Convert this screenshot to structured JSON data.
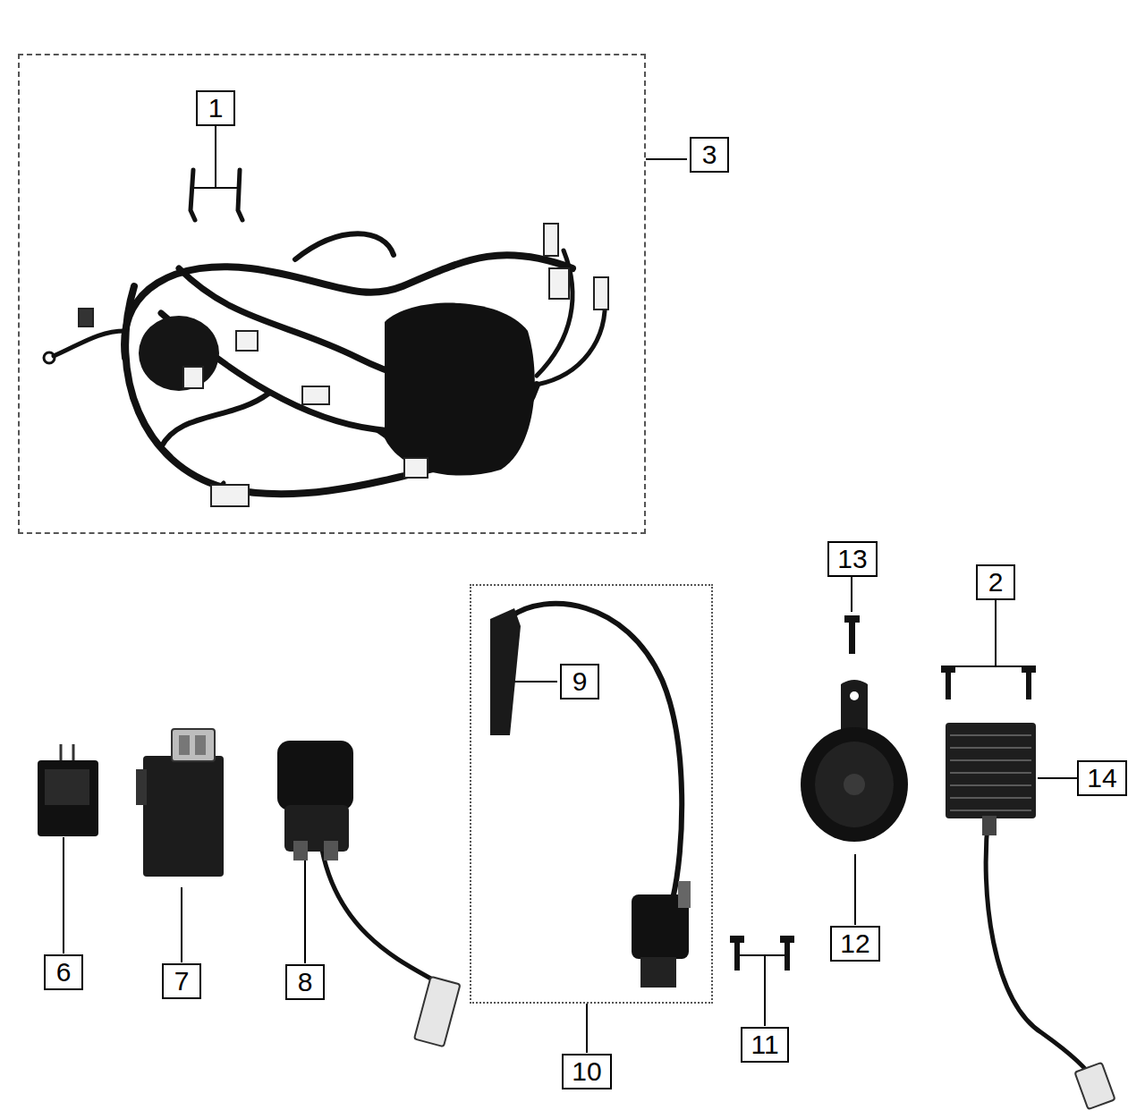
{
  "diagram": {
    "nodes": [
      {
        "text": [
          "3"
        ]
      },
      {
        "text": [
          "1"
        ],
        "in": 0
      },
      {
        "text": [
          "13"
        ]
      },
      {
        "text": [
          "2"
        ]
      },
      {
        "text": [
          "10"
        ]
      },
      {
        "text": [
          "9"
        ],
        "in": 4
      },
      {
        "text": [
          "14"
        ]
      },
      {
        "text": [
          "6"
        ]
      },
      {
        "text": [
          "7"
        ]
      },
      {
        "text": [
          "8"
        ]
      },
      {
        "text": [
          "12"
        ]
      },
      {
        "text": [
          "11"
        ]
      }
    ]
  }
}
